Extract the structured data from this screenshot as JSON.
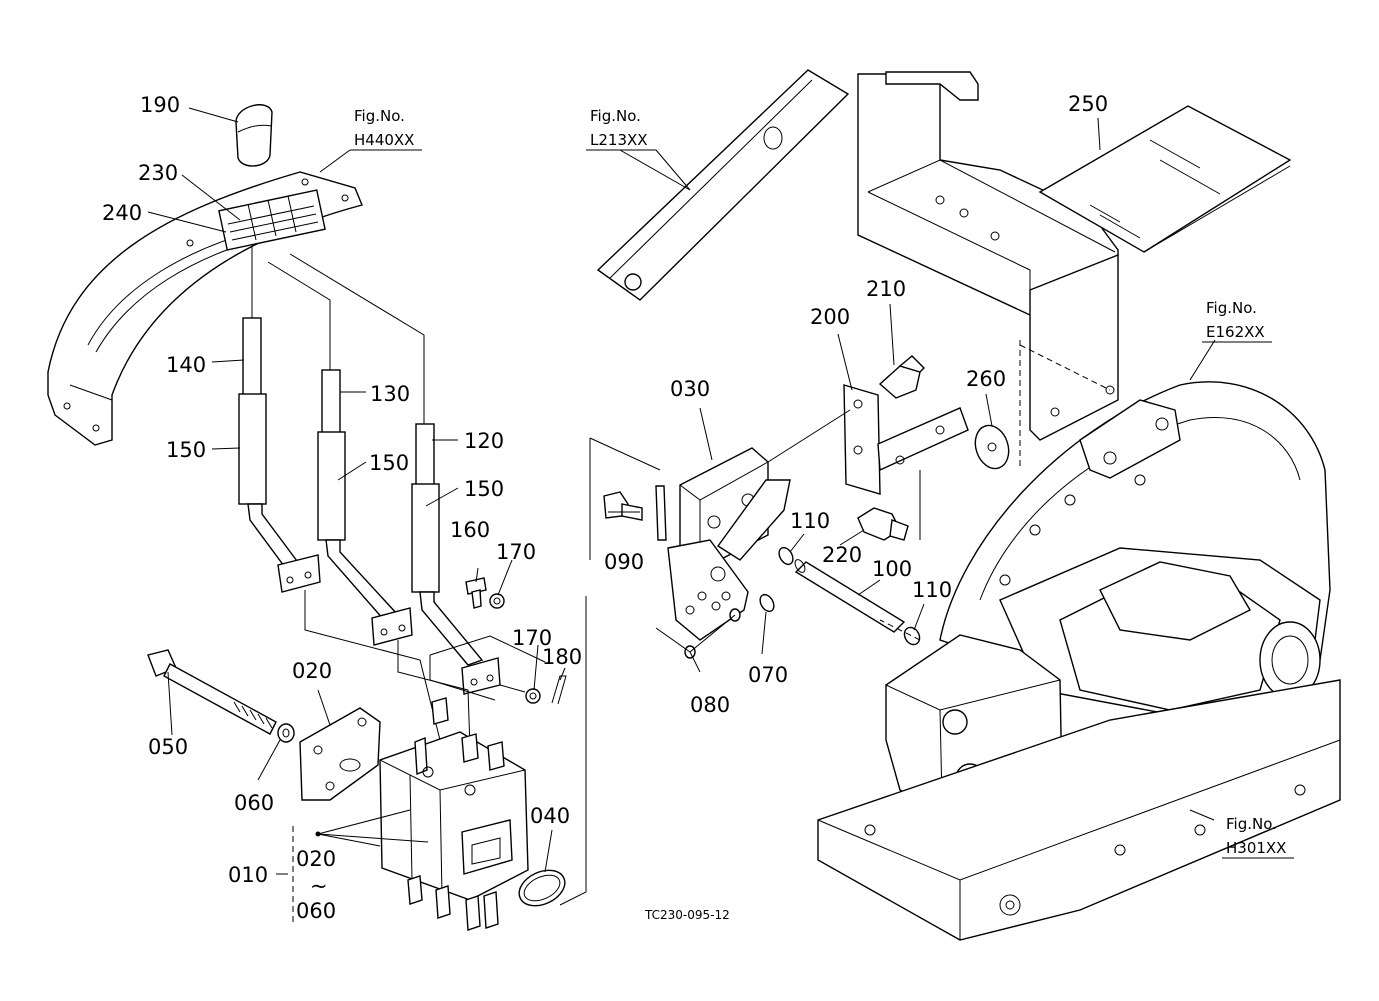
{
  "labels": {
    "p190": "190",
    "p230": "230",
    "p240": "240",
    "p140": "140",
    "p130": "130",
    "p120": "120",
    "p150a": "150",
    "p150b": "150",
    "p150c": "150",
    "p160": "160",
    "p170a": "170",
    "p170b": "170",
    "p180": "180",
    "p020a": "020",
    "p050": "050",
    "p060a": "060",
    "p010": "010",
    "p020b": "020",
    "p060b": "060",
    "p040": "040",
    "tilde": "~",
    "p030": "030",
    "p090": "090",
    "p110a": "110",
    "p110b": "110",
    "p100": "100",
    "p070": "070",
    "p080": "080",
    "p200": "200",
    "p210": "210",
    "p220": "220",
    "p260": "260",
    "p250": "250"
  },
  "figrefs": {
    "h440": {
      "top": "Fig.No.",
      "bottom": "H440XX"
    },
    "l213": {
      "top": "Fig.No.",
      "bottom": "L213XX"
    },
    "e162": {
      "top": "Fig.No.",
      "bottom": "E162XX"
    },
    "h301": {
      "top": "Fig.No.",
      "bottom": "H301XX"
    }
  },
  "drawing_code": "TC230-095-12"
}
